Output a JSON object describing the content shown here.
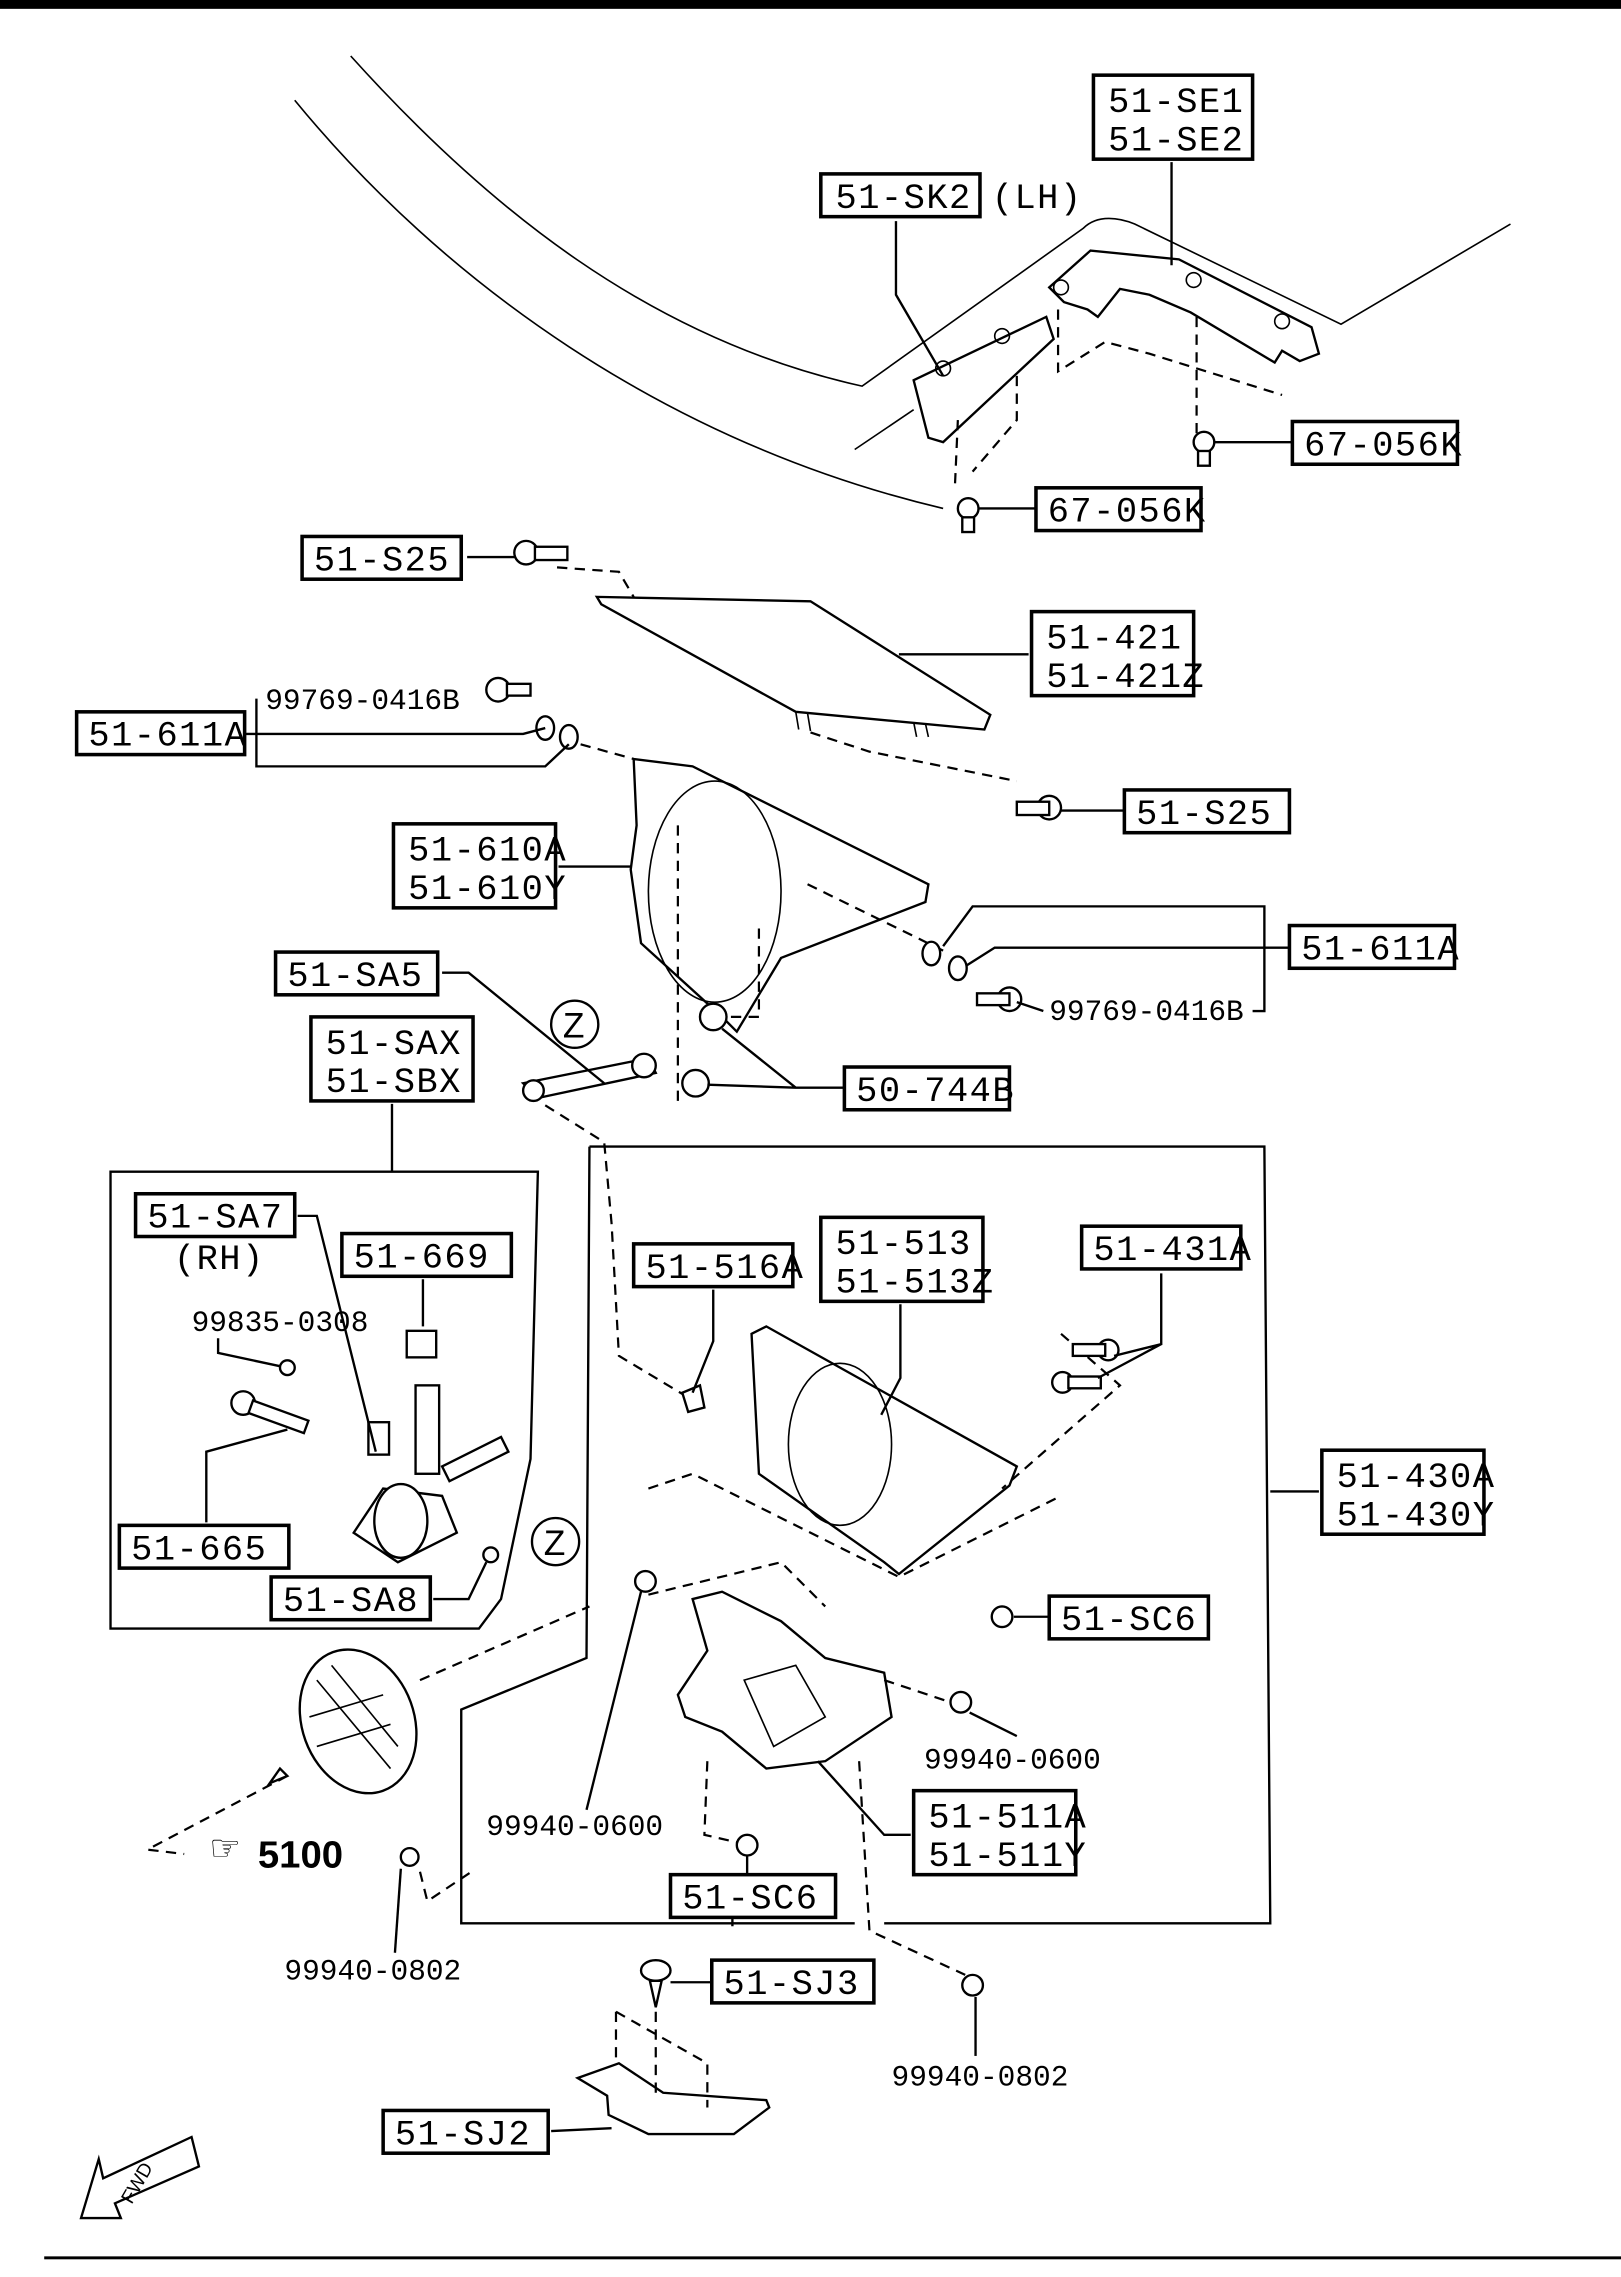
{
  "diagram": {
    "type": "exploded parts diagram",
    "reference_page": "5100",
    "direction_indicator": "FWD",
    "callout_marker": "Z"
  },
  "labels": {
    "se": [
      "51-SE1",
      "51-SE2"
    ],
    "sk2": "51-SK2",
    "sk2_side": "(LH)",
    "clip_67_a": "67-056K",
    "clip_67_b": "67-056K",
    "s25_top": "51-S25",
    "p421": [
      "51-421",
      "51-421Z"
    ],
    "p611a_left": "51-611A",
    "screw_left": "99769-0416B",
    "s25_right": "51-S25",
    "p610": [
      "51-610A",
      "51-610Y"
    ],
    "p611a_right": "51-611A",
    "screw_right": "99769-0416B",
    "sa5": "51-SA5",
    "sax": [
      "51-SAX",
      "51-SBX"
    ],
    "p744b": "50-744B",
    "sa7": "51-SA7",
    "sa7_side": "(RH)",
    "p669": "51-669",
    "screw_99835": "99835-0308",
    "p665": "51-665",
    "sa8": "51-SA8",
    "p516a": "51-516A",
    "p513": [
      "51-513",
      "51-513Z"
    ],
    "p431a": "51-431A",
    "p430": [
      "51-430A",
      "51-430Y"
    ],
    "sc6_right": "51-SC6",
    "nut_0600_right": "99940-0600",
    "nut_0600_left": "99940-0600",
    "p511": [
      "51-511A",
      "51-511Y"
    ],
    "sc6_bottom": "51-SC6",
    "nut_0802_left": "99940-0802",
    "nut_0802_right": "99940-0802",
    "sj3": "51-SJ3",
    "sj2": "51-SJ2"
  }
}
